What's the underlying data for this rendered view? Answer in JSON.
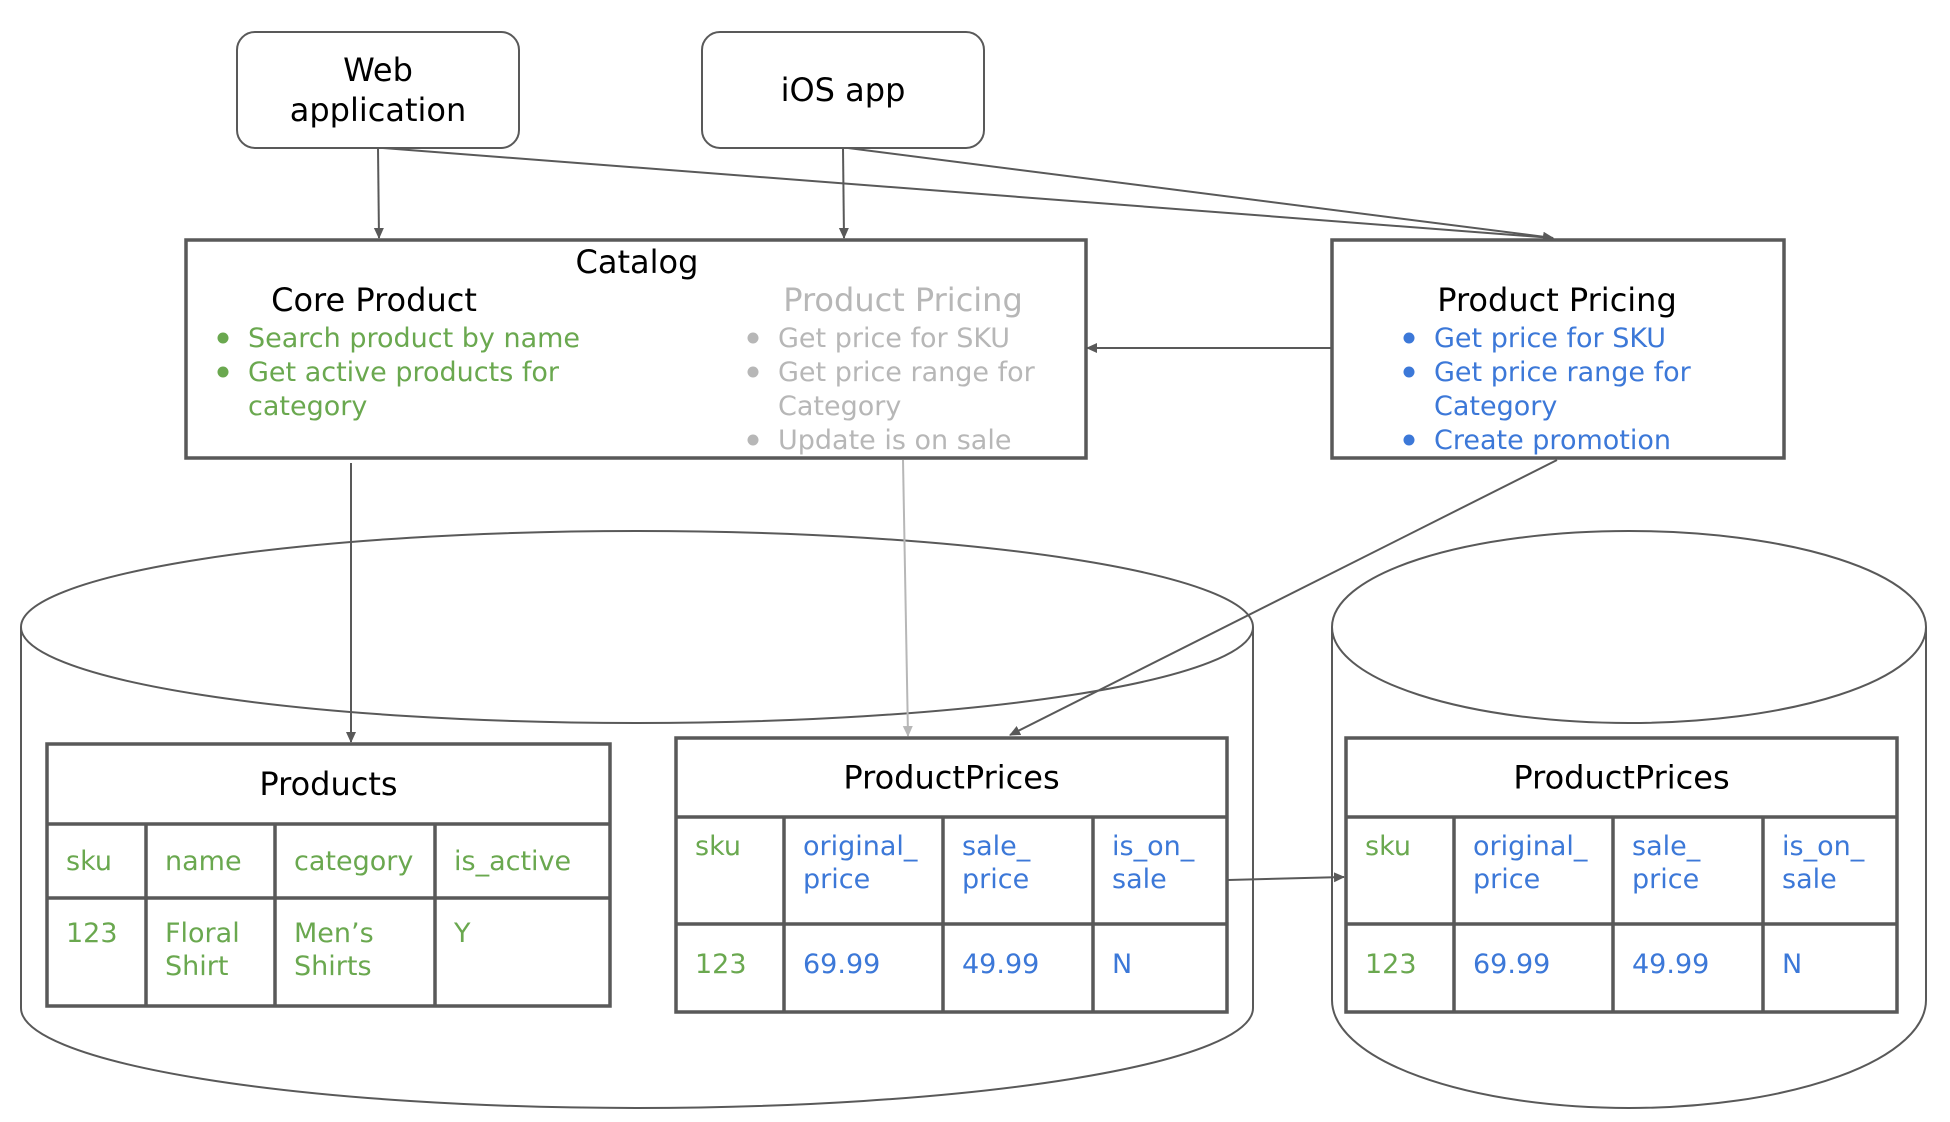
{
  "colors": {
    "line": "#595959",
    "core_product": "#6aa84f",
    "pricing": "#3c78d8",
    "deprecated": "#b7b7b7",
    "title": "#000000"
  },
  "clients": {
    "web": {
      "line1": "Web",
      "line2": "application"
    },
    "ios": {
      "label": "iOS app"
    }
  },
  "catalog": {
    "title": "Catalog",
    "core_product": {
      "title": "Core Product",
      "items": [
        {
          "lines": [
            "Search product by name"
          ]
        },
        {
          "lines": [
            "Get active products for",
            "category"
          ]
        }
      ]
    },
    "product_pricing": {
      "title": "Product Pricing",
      "items": [
        {
          "lines": [
            "Get price for SKU"
          ]
        },
        {
          "lines": [
            "Get price range for",
            "Category"
          ]
        },
        {
          "lines": [
            "Update is on sale"
          ]
        }
      ]
    }
  },
  "pricing_service": {
    "title": "Product Pricing",
    "items": [
      {
        "lines": [
          "Get price for SKU"
        ]
      },
      {
        "lines": [
          "Get price range for",
          "Category"
        ]
      },
      {
        "lines": [
          "Create promotion"
        ]
      }
    ]
  },
  "products_table": {
    "title": "Products",
    "headers": [
      "sku",
      "name",
      "category",
      "is_active"
    ],
    "rows": [
      [
        [
          "123"
        ],
        [
          "Floral",
          "Shirt"
        ],
        [
          "Men’s",
          "Shirts"
        ],
        [
          "Y"
        ]
      ]
    ]
  },
  "product_prices_table_catalog": {
    "title": "ProductPrices",
    "headers": [
      [
        "sku"
      ],
      [
        "original_",
        "price"
      ],
      [
        "sale_",
        "price"
      ],
      [
        "is_on_",
        "sale"
      ]
    ],
    "rows": [
      [
        [
          "123"
        ],
        [
          "69.99"
        ],
        [
          "49.99"
        ],
        [
          "N"
        ]
      ]
    ]
  },
  "product_prices_table_pricing": {
    "title": "ProductPrices",
    "headers": [
      [
        "sku"
      ],
      [
        "original_",
        "price"
      ],
      [
        "sale_",
        "price"
      ],
      [
        "is_on_",
        "sale"
      ]
    ],
    "rows": [
      [
        [
          "123"
        ],
        [
          "69.99"
        ],
        [
          "49.99"
        ],
        [
          "N"
        ]
      ]
    ]
  }
}
